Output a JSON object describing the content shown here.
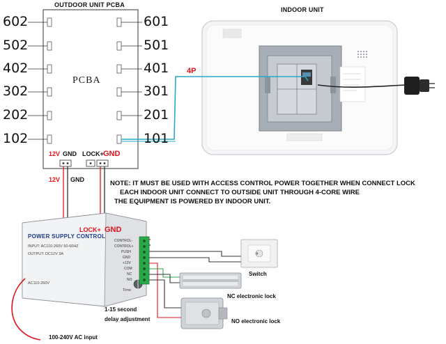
{
  "outdoor_unit": {
    "title": "OUTDOOR UNIT PCBA",
    "board_label": "PCBA",
    "left_ports": [
      "602",
      "502",
      "402",
      "302",
      "202",
      "102"
    ],
    "right_ports": [
      "601",
      "501",
      "401",
      "301",
      "201",
      "101"
    ],
    "terminal_labels": {
      "v12": "12V",
      "gnd": "GND",
      "lock": "LOCK+",
      "gnd2": "GND"
    }
  },
  "indoor_unit": {
    "title": "INDOOR UNIT",
    "wire_label": "4P"
  },
  "wire_labels": {
    "v12": "12V",
    "gnd": "GND",
    "lock": "LOCK+",
    "gnd2": "GND"
  },
  "note": {
    "line1": "NOTE: IT MUST BE USED WITH ACCESS CONTROL POWER TOGETHER WHEN CONNECT LOCK",
    "line2": "EACH INDOOR UNIT CONNECT TO OUTSIDE UNIT THROUGH 4-CORE WIRE",
    "line3": "THE EQUIPMENT IS POWERED BY INDOOR UNIT."
  },
  "power_supply": {
    "title": "POWER SUPPLY CONTROL",
    "input": "INPUT: AC110-260V 50-60HZ",
    "output": "OUTPUT: DC12V 3A",
    "voltage": "AC110-260V",
    "time": "Time",
    "terminals": [
      "CONTROL-",
      "CONTROL+",
      "PUSH",
      "GND",
      "+12V",
      "COM",
      "NC",
      "NO"
    ]
  },
  "devices": {
    "switch": "Switch",
    "nc_lock": "NC electronic lock",
    "no_lock": "NO electronic lock"
  },
  "delay": {
    "line1": "1-15 second",
    "line2": "delay adjustment"
  },
  "ac_input": "100-240V AC input",
  "colors": {
    "red": "#e3101c",
    "cyan": "#27a9c6",
    "green": "#2aa84a",
    "dark": "#333333"
  }
}
